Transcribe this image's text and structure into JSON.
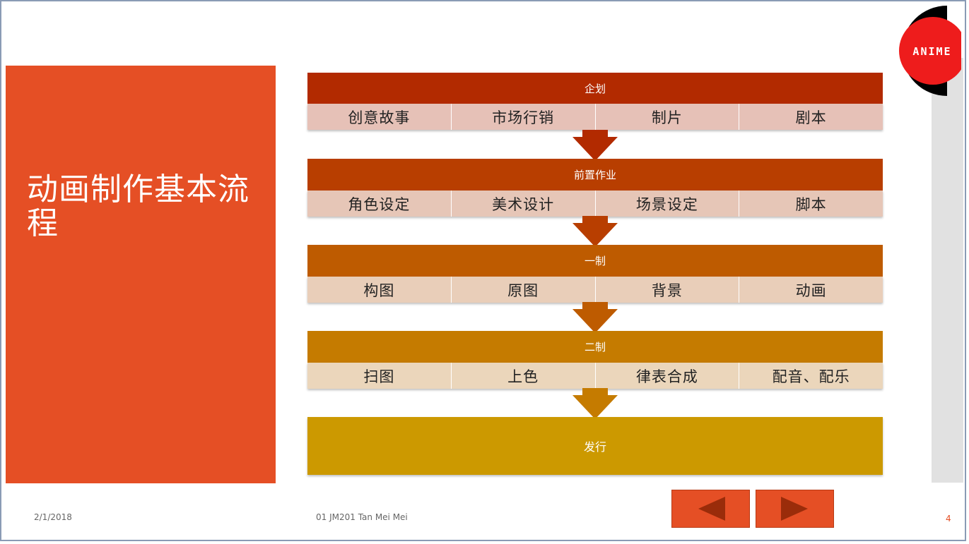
{
  "slide": {
    "title": "动画制作基本流程",
    "logo_text": "ANIME"
  },
  "stages": [
    {
      "header": "企划",
      "header_color": "#b22a00",
      "cell_color": "#e6c1b7",
      "arrow_color": "#b22a00",
      "items": [
        "创意故事",
        "市场行销",
        "制片",
        "剧本"
      ]
    },
    {
      "header": "前置作业",
      "header_color": "#b83e00",
      "cell_color": "#e6c6b7",
      "arrow_color": "#b83e00",
      "items": [
        "角色设定",
        "美术设计",
        "场景设定",
        "脚本"
      ]
    },
    {
      "header": "一制",
      "header_color": "#be5b00",
      "cell_color": "#e9ceb9",
      "arrow_color": "#be5b00",
      "items": [
        "构图",
        "原图",
        "背景",
        "动画"
      ]
    },
    {
      "header": "二制",
      "header_color": "#c57b00",
      "cell_color": "#ebd6bb",
      "arrow_color": "#c57b00",
      "items": [
        "扫图",
        "上色",
        "律表合成",
        "配音、配乐"
      ]
    }
  ],
  "final_stage": {
    "header": "发行",
    "color": "#cc9900"
  },
  "footer": {
    "date": "2/1/2018",
    "author": "01 JM201 Tan Mei Mei",
    "page_number": "4"
  },
  "colors": {
    "accent": "#e54f25",
    "nav_arrow": "#9a2c0a"
  }
}
